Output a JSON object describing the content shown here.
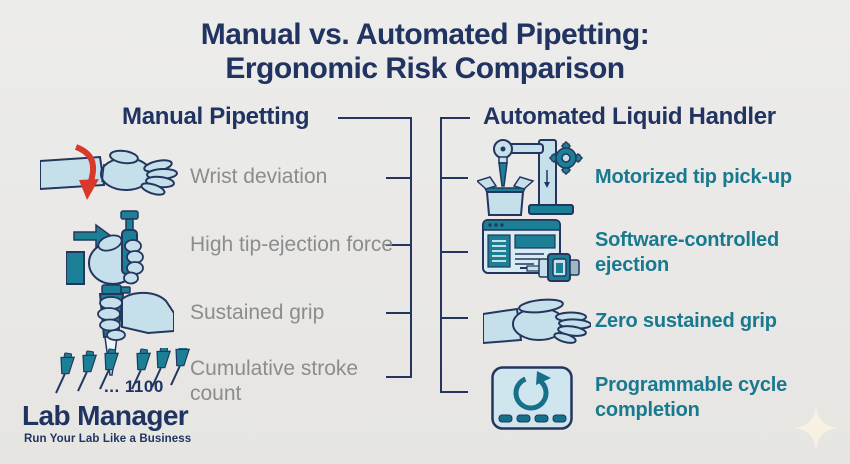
{
  "title": {
    "line1": "Manual vs. Automated Pipetting:",
    "line2": "Ergonomic Risk Comparison"
  },
  "left_column": {
    "header": "Manual Pipetting",
    "items": [
      {
        "icon": "wrist-deviation-icon",
        "label": "Wrist deviation"
      },
      {
        "icon": "tip-ejection-force-icon",
        "label": "High tip-ejection force"
      },
      {
        "icon": "sustained-grip-icon",
        "label": "Sustained grip"
      },
      {
        "icon": "stroke-count-icon",
        "label": "Cumulative stroke count",
        "annotation": "... 1100"
      }
    ]
  },
  "right_column": {
    "header": "Automated Liquid Handler",
    "items": [
      {
        "icon": "motorized-pickup-icon",
        "label": "Motorized tip pick-up"
      },
      {
        "icon": "software-ejection-icon",
        "label": "Software-controlled ejection"
      },
      {
        "icon": "zero-grip-icon",
        "label": "Zero sustained grip"
      },
      {
        "icon": "cycle-completion-icon",
        "label": "Programmable cycle completion"
      }
    ]
  },
  "footer": {
    "brand": "Lab Manager",
    "tagline": "Run Your Lab Like a Business"
  },
  "colors": {
    "navy": "#24365e",
    "teal_text": "#19798e",
    "gray_text": "#8c8c8c",
    "icon_teal": "#1b7f96",
    "icon_light_blue": "#c5e0eb",
    "arrow_red": "#d8392b",
    "background": "#e9e8e6",
    "sparkle_cream": "#f6f1e0"
  }
}
